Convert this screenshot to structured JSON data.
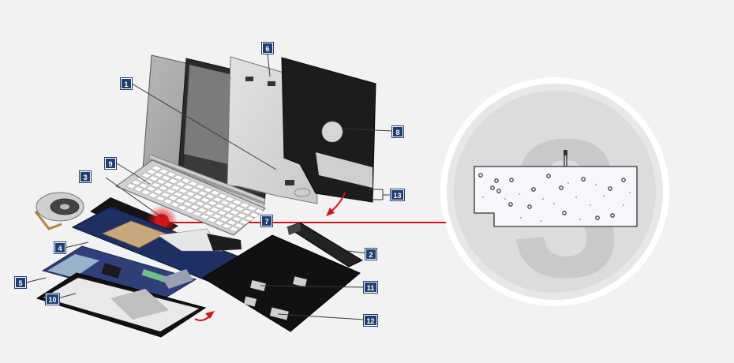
{
  "diagram": {
    "focus_part_number": "3",
    "callouts": [
      "1",
      "2",
      "3",
      "4",
      "5",
      "6",
      "7",
      "8",
      "9",
      "10",
      "11",
      "12",
      "13"
    ]
  },
  "colors": {
    "background": "#f2f2f2",
    "callout_fill": "#1f3f73",
    "highlight": "#d0161c",
    "part_dark": "#1c1c1c",
    "part_board": "#2f3f7a"
  }
}
